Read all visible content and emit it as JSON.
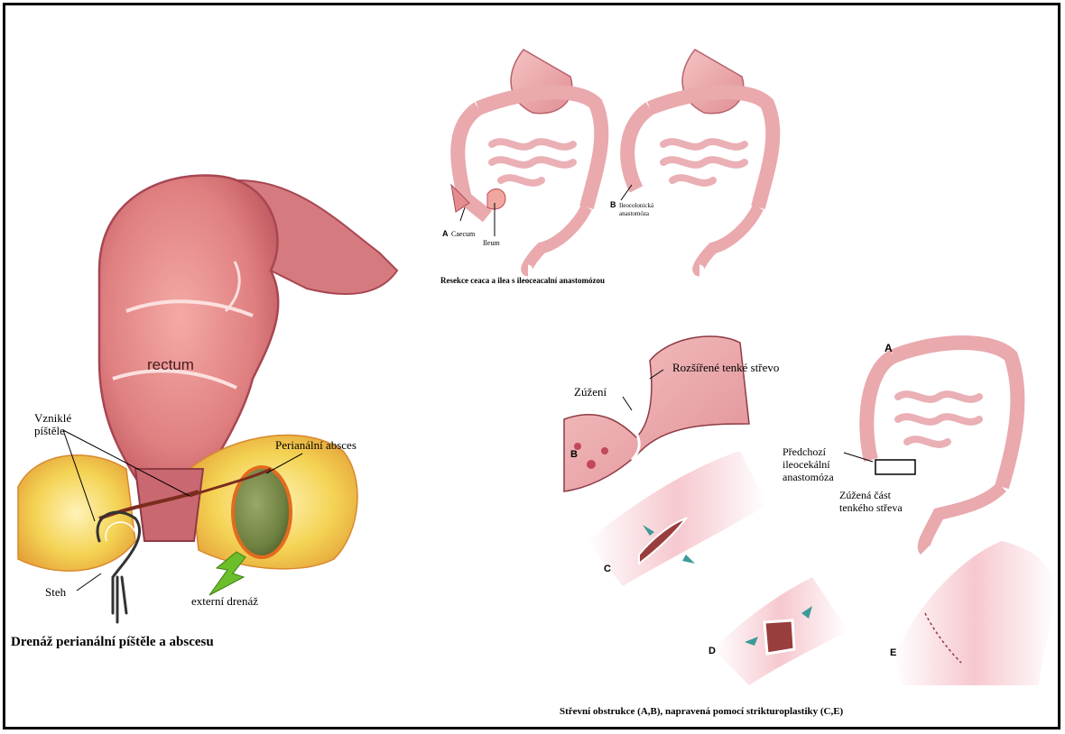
{
  "panel_perianal": {
    "rectum_label": "rectum",
    "fistula_label_line1": "Vzniklé",
    "fistula_label_line2": "píštěle",
    "abscess_label": "Perianální absces",
    "stitch_label": "Steh",
    "drainage_label": "externí drenáž",
    "caption": "Drenáž perianální píštěle a abscesu"
  },
  "panel_resection": {
    "letter_a": "A",
    "cecum_label": "Caecum",
    "ileum_label": "Ileum",
    "letter_b": "B",
    "anastomosis_line1": "Ileocolonická",
    "anastomosis_line2": "anastomóza",
    "caption": "Resekce ceaca a ilea s ileoceacalní anastomózou"
  },
  "panel_strictureplasty": {
    "dilated_label": "Rozšířené tenké střevo",
    "narrowing_label": "Zúžení",
    "letter_a": "A",
    "letter_b": "B",
    "letter_c": "C",
    "letter_d": "D",
    "letter_e": "E",
    "previous_line1": "Předchozí",
    "previous_line2": "ileocekální",
    "previous_line3": "anastomóza",
    "narrowed_line1": "Zúžená část",
    "narrowed_line2": "tenkého střeva",
    "caption": "Střevní obstrukce (A,B), napravená pomocí strikturoplastiky (C,E)"
  },
  "colors": {
    "tissue": "#e88f8f",
    "tissue_dark": "#b5454e",
    "tissue_light": "#f7d1d1",
    "fat": "#f2d24a",
    "abscess": "#6e8040",
    "arrow_green": "#6cbf2a",
    "arrow_teal": "#3d9a98"
  }
}
